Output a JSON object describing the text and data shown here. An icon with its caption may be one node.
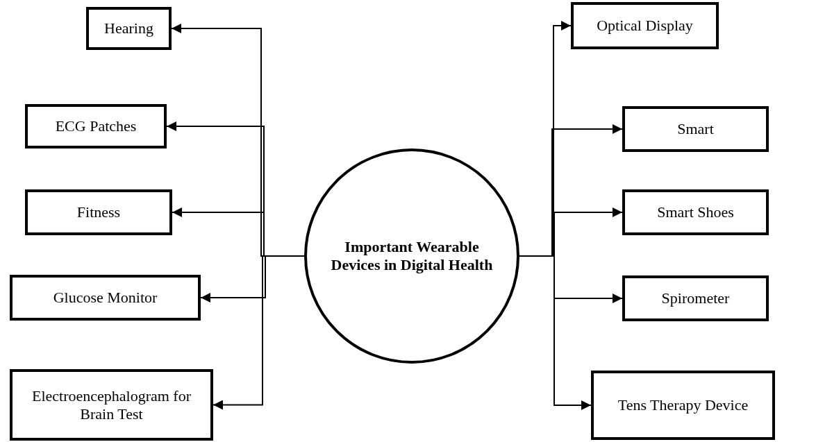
{
  "diagram": {
    "nodes": [
      {
        "text": [
          "Important Wearable Devices in Digital Health"
        ]
      },
      {
        "text": [
          "Hearing"
        ]
      },
      {
        "text": [
          "ECG Patches"
        ]
      },
      {
        "text": [
          "Fitness"
        ]
      },
      {
        "text": [
          "Glucose Monitor"
        ]
      },
      {
        "text": [
          "Electroencephalogram for Brain Test"
        ]
      },
      {
        "text": [
          "Optical Display"
        ]
      },
      {
        "text": [
          "Smart"
        ]
      },
      {
        "text": [
          "Smart Shoes"
        ]
      },
      {
        "text": [
          "Spirometer"
        ]
      },
      {
        "text": [
          "Tens Therapy Device"
        ]
      }
    ],
    "edges": [
      {
        "from": 0,
        "to": 1,
        "arrow": "to"
      },
      {
        "from": 0,
        "to": 2,
        "arrow": "to"
      },
      {
        "from": 0,
        "to": 3,
        "arrow": "to"
      },
      {
        "from": 0,
        "to": 4,
        "arrow": "to"
      },
      {
        "from": 0,
        "to": 5,
        "arrow": "to"
      },
      {
        "from": 0,
        "to": 6,
        "arrow": "to"
      },
      {
        "from": 0,
        "to": 7,
        "arrow": "to"
      },
      {
        "from": 0,
        "to": 8,
        "arrow": "to"
      },
      {
        "from": 0,
        "to": 9,
        "arrow": "to"
      },
      {
        "from": 0,
        "to": 10,
        "arrow": "to"
      }
    ]
  }
}
